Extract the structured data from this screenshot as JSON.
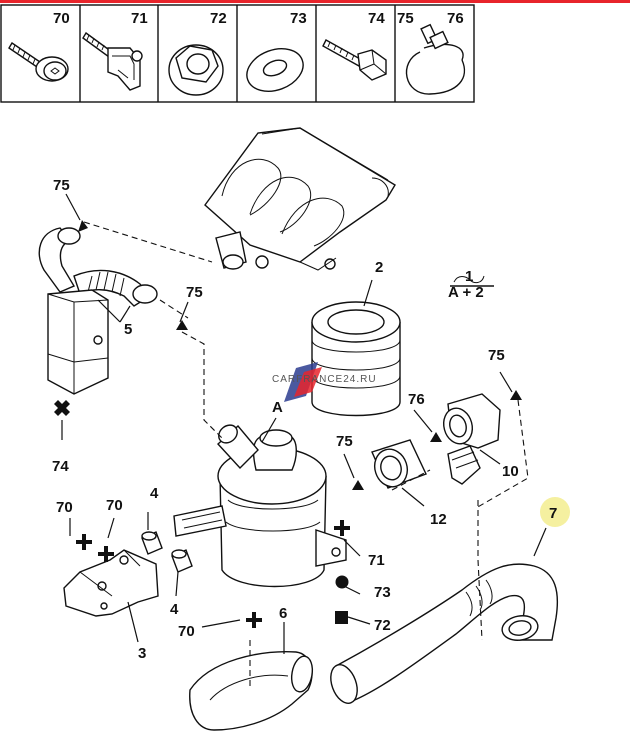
{
  "header_bar_color": "#e8242b",
  "watermark": {
    "text": "CARFRANCE24.RU",
    "colors": [
      "#2b3c8f",
      "#e8242b"
    ]
  },
  "legend_cells": [
    {
      "ref": "70",
      "icon": "screw-with-washer-icon"
    },
    {
      "ref": "71",
      "icon": "screw-with-clip-nut-icon"
    },
    {
      "ref": "72",
      "icon": "flange-nut-icon"
    },
    {
      "ref": "73",
      "icon": "washer-icon"
    },
    {
      "ref": "74",
      "icon": "hex-bolt-icon"
    },
    {
      "ref": "75",
      "icon": ""
    },
    {
      "ref": "76",
      "icon": "hose-clamp-icon"
    }
  ],
  "note": {
    "top": "1",
    "bottom": "A + 2"
  },
  "labels": {
    "p2": "2",
    "p3": "3",
    "p4a": "4",
    "p4b": "4",
    "p5": "5",
    "p6": "6",
    "p7": "7",
    "p10": "10",
    "p12": "12",
    "p70a": "70",
    "p70b": "70",
    "p70c": "70",
    "p71": "71",
    "p72": "72",
    "p73": "73",
    "p74": "74",
    "p75a": "75",
    "p75b": "75",
    "p75c": "75",
    "p75d": "75",
    "p76": "76",
    "ptA": "A"
  },
  "highlight_color": "#f5f0a0"
}
